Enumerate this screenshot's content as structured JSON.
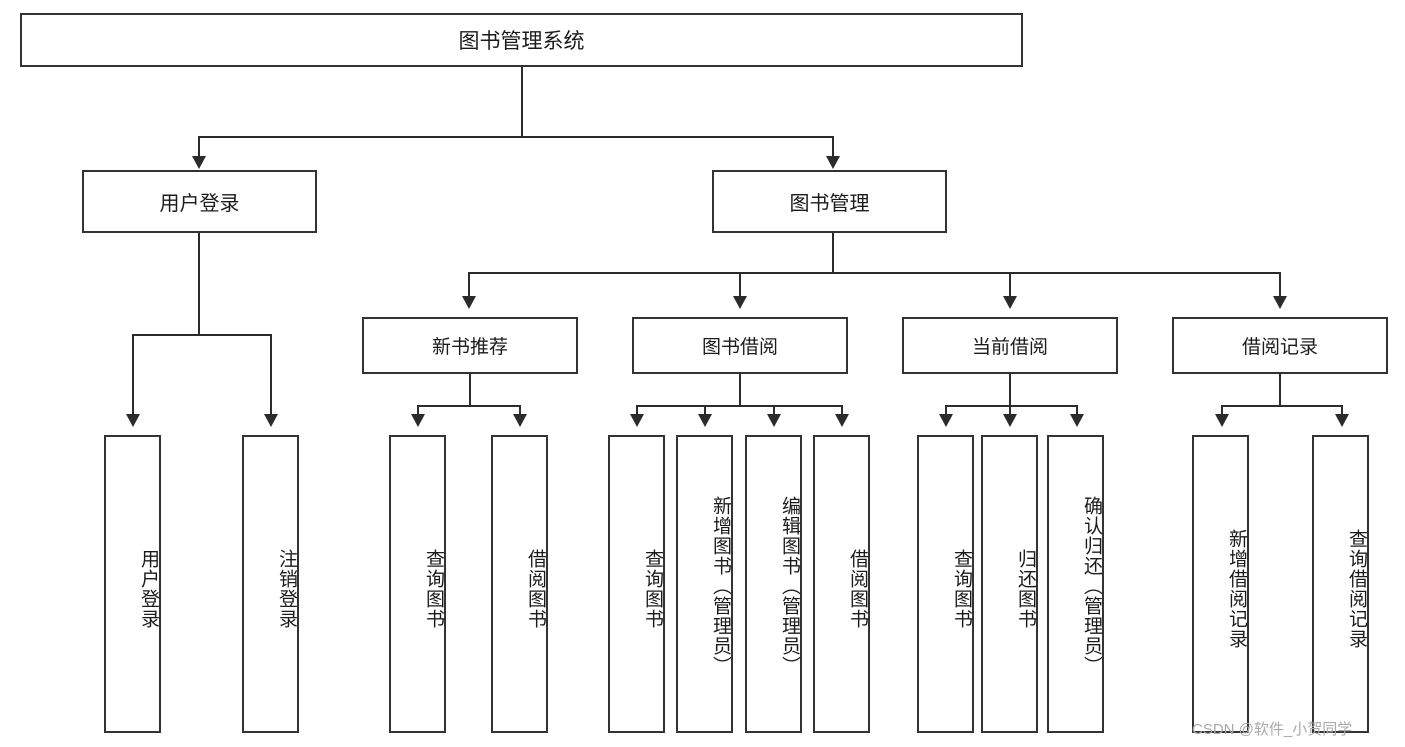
{
  "diagram": {
    "type": "tree-hierarchy",
    "title": "图书管理系统",
    "root": {
      "label": "图书管理系统"
    },
    "level1": [
      {
        "label": "用户登录"
      },
      {
        "label": "图书管理"
      }
    ],
    "level2": [
      {
        "label": "新书推荐"
      },
      {
        "label": "图书借阅"
      },
      {
        "label": "当前借阅"
      },
      {
        "label": "借阅记录"
      }
    ],
    "leaves": {
      "user_login": [
        {
          "label": "用户登录"
        },
        {
          "label": "注销登录"
        }
      ],
      "new_book_recommend": [
        {
          "label": "查询图书"
        },
        {
          "label": "借阅图书"
        }
      ],
      "book_borrow": [
        {
          "label": "查询图书"
        },
        {
          "label": "新增图书（管理员）"
        },
        {
          "label": "编辑图书（管理员）"
        },
        {
          "label": "借阅图书"
        }
      ],
      "current_borrow": [
        {
          "label": "查询图书"
        },
        {
          "label": "归还图书"
        },
        {
          "label": "确认归还（管理员）"
        }
      ],
      "borrow_records": [
        {
          "label": "新增借阅记录"
        },
        {
          "label": "查询借阅记录"
        }
      ]
    }
  },
  "watermark": {
    "text": "CSDN @软件_小贺同学"
  },
  "colors": {
    "box_border": "#333333",
    "connector": "#2b2b2b",
    "background": "#ffffff",
    "text": "#1b1b1b",
    "watermark": "#a9a9a9"
  }
}
